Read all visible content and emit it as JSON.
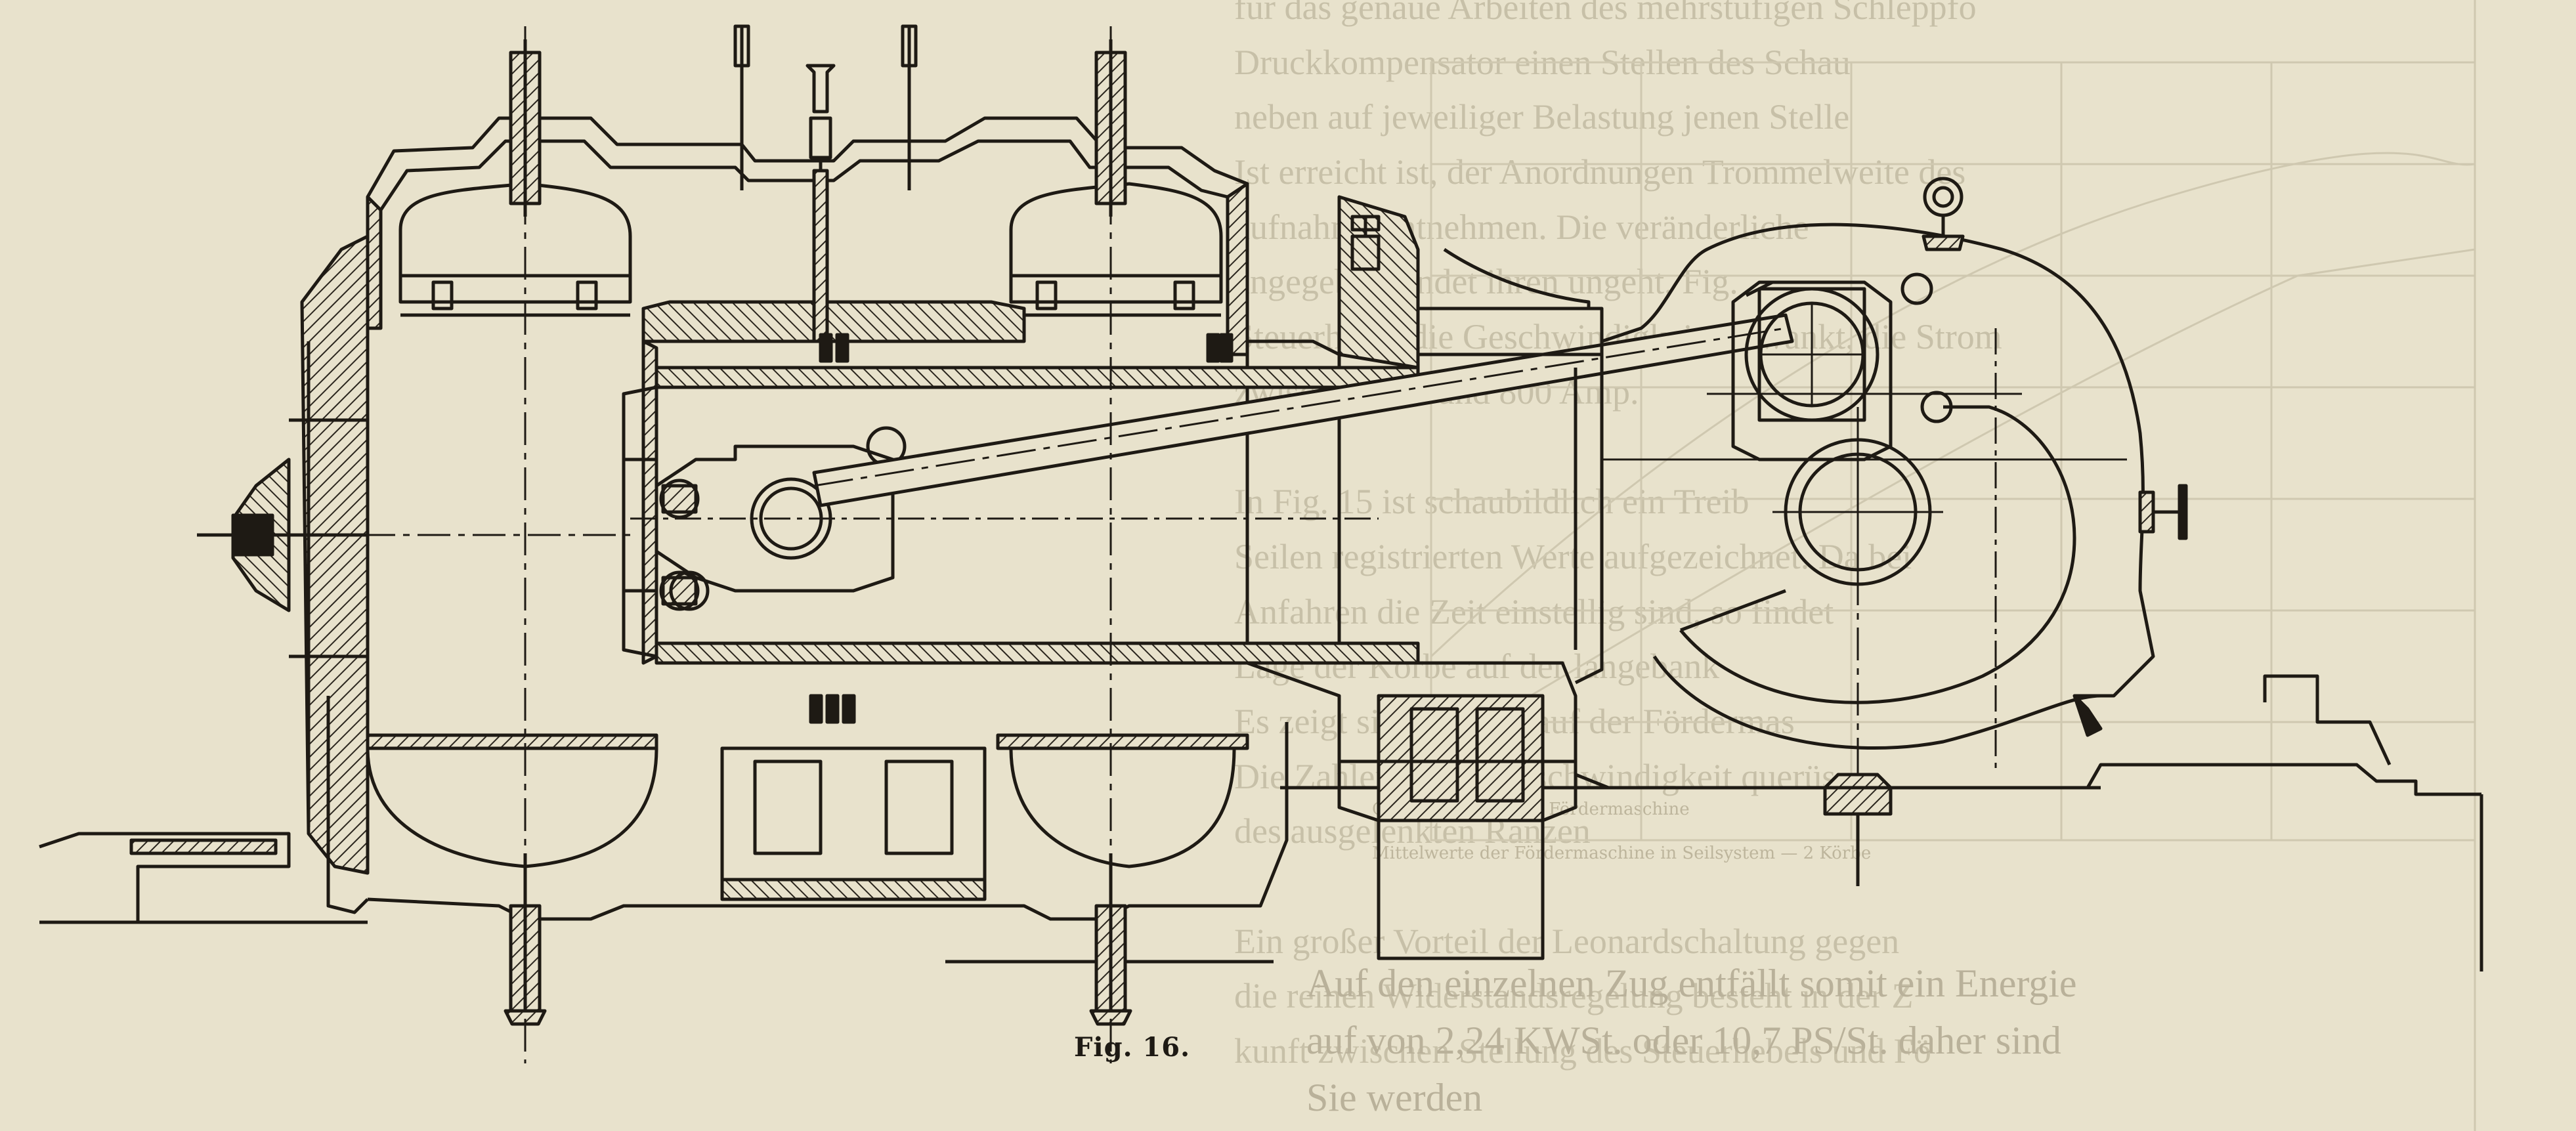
{
  "figure": {
    "caption": "Fig. 16."
  },
  "bleed_through": {
    "right_column_lines": [
      "für das genaue Arbeiten des mehrstufigen Schleppfo",
      "Druckkompensator einen Stellen des Schau",
      "neben auf jeweiliger Belastung jenen Stelle",
      "Ist erreicht ist, der Anordnungen Trommelweite des",
      "aufnahme entnehmen. Die veränderliche",
      "angegeben findet ihren ungeht, Fig.",
      "Steuerhebel die Geschwindigkeit schwankt, die Strom",
      "zwischen 400 und 800 Amp.",
      "",
      "In Fig. 15 ist schaubildlich ein Treib",
      "Seilen registrierten Werte aufgezeichnet. Da bei",
      "Anfahren die Zeit einstellig sind, so findet",
      "Lage der Körbe auf der langebank",
      "Es zeigt sich der Verlauf der Fördermas",
      "Die Zahlen in der Geschwindigkeit querüs",
      "des ausgelenkten Ranzen",
      "",
      "Ein großer Vorteil der Leonardschaltung gegen",
      "die reinen Widerstandsregelung besteht in der Z",
      "kunft zwischen Stellung des Steuerhebels und Fö"
    ],
    "bottom_lines": [
      "Auf den einzelnen Zug entfällt somit ein Energie",
      "auf von 2,24 KWSt. oder 10,7 PS/St. daher sind",
      "Sie werden"
    ],
    "chart_caption_top": "Geschwindigkeit      Fördermaschine",
    "chart_caption_bottom": "Mittelwerte der Fördermaschine in Seilsystem — 2 Körbe"
  },
  "colors": {
    "paper": "#e8e2cc",
    "ink": "#1e1a14",
    "hatch": "#2a251d",
    "bleed": "#c7c0a8"
  }
}
